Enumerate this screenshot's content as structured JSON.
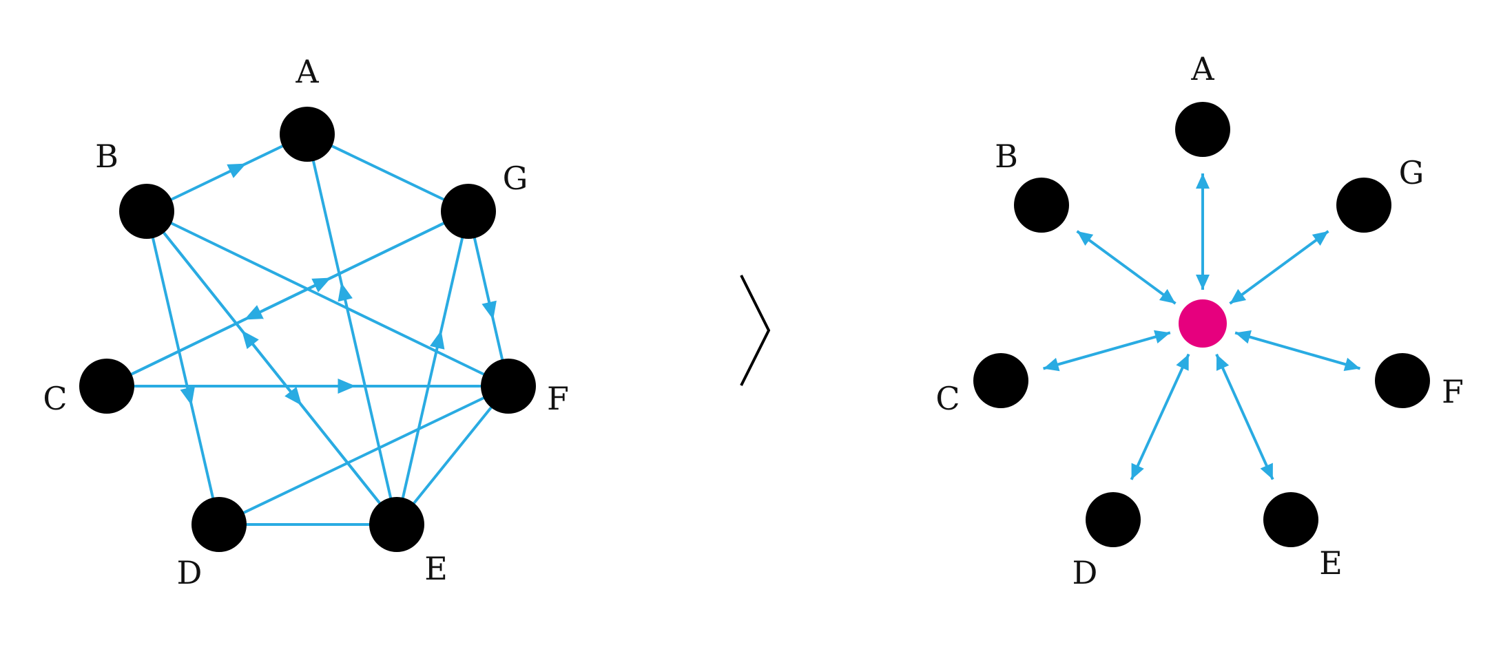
{
  "colors": {
    "edge": "#29abe2",
    "node": "#000000",
    "hub": "#e6007e",
    "arrow_symbol": "#000000"
  },
  "left_graph": {
    "nodes": [
      {
        "id": "A",
        "label": "A"
      },
      {
        "id": "B",
        "label": "B"
      },
      {
        "id": "G",
        "label": "G"
      },
      {
        "id": "C",
        "label": "C"
      },
      {
        "id": "F",
        "label": "F"
      },
      {
        "id": "D",
        "label": "D"
      },
      {
        "id": "E",
        "label": "E"
      }
    ],
    "edges": [
      {
        "from": "B",
        "to": "A",
        "arrow": "forward"
      },
      {
        "from": "A",
        "to": "G",
        "arrow": "none"
      },
      {
        "from": "E",
        "to": "A",
        "arrow": "forward"
      },
      {
        "from": "B",
        "to": "F",
        "arrow": "none"
      },
      {
        "from": "B",
        "to": "D",
        "arrow": "forward"
      },
      {
        "from": "E",
        "to": "B",
        "arrow": "forward"
      },
      {
        "from": "B",
        "to": "E",
        "arrow": "forward"
      },
      {
        "from": "G",
        "to": "C",
        "arrow": "forward"
      },
      {
        "from": "C",
        "to": "G",
        "arrow": "forward"
      },
      {
        "from": "G",
        "to": "F",
        "arrow": "forward"
      },
      {
        "from": "E",
        "to": "G",
        "arrow": "forward"
      },
      {
        "from": "C",
        "to": "F",
        "arrow": "forward"
      },
      {
        "from": "F",
        "to": "D",
        "arrow": "none"
      },
      {
        "from": "F",
        "to": "E",
        "arrow": "none"
      },
      {
        "from": "D",
        "to": "E",
        "arrow": "none"
      }
    ]
  },
  "transform_symbol": "chevron-right-icon",
  "right_graph": {
    "hub": "hub",
    "nodes": [
      {
        "id": "A",
        "label": "A"
      },
      {
        "id": "B",
        "label": "B"
      },
      {
        "id": "G",
        "label": "G"
      },
      {
        "id": "C",
        "label": "C"
      },
      {
        "id": "F",
        "label": "F"
      },
      {
        "id": "D",
        "label": "D"
      },
      {
        "id": "E",
        "label": "E"
      }
    ],
    "edges": [
      {
        "from": "hub",
        "to": "A",
        "arrow": "both"
      },
      {
        "from": "hub",
        "to": "B",
        "arrow": "both"
      },
      {
        "from": "hub",
        "to": "G",
        "arrow": "both"
      },
      {
        "from": "hub",
        "to": "C",
        "arrow": "both"
      },
      {
        "from": "hub",
        "to": "F",
        "arrow": "both"
      },
      {
        "from": "hub",
        "to": "D",
        "arrow": "both"
      },
      {
        "from": "hub",
        "to": "E",
        "arrow": "both"
      }
    ]
  }
}
